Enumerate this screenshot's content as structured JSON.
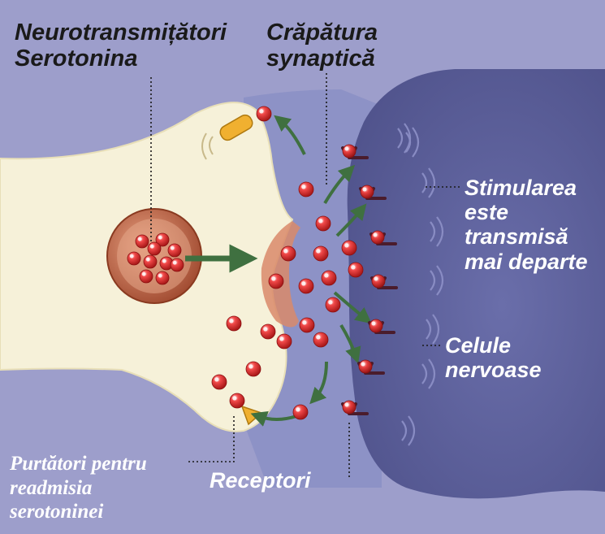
{
  "labels": {
    "neurotransmitters": {
      "line1": "Neurotransmițători",
      "line2": "Serotonina"
    },
    "synaptic_cleft": {
      "line1": "Crăpătura",
      "line2": "synaptică"
    },
    "stimulation": {
      "line1": "Stimularea",
      "line2": "este",
      "line3": "transmisă",
      "line4": "mai departe"
    },
    "nerve_cells": {
      "line1": "Celule",
      "line2": "nervoase"
    },
    "receptors": "Receptori",
    "reuptake_carriers": {
      "line1": "Purtători pentru",
      "line2": "readmisia",
      "line3": "serotoninei"
    }
  },
  "colors": {
    "background": "#9d9ecb",
    "presynaptic": "#f6f1d9",
    "postsynaptic": "#5c5f99",
    "cleft": "#8d92c6",
    "vesicle": "#b55a3f",
    "serotonin": "#e03030",
    "arrow": "#3f7040",
    "carrier": "#f0b030",
    "receptor": "#4a1c2c"
  },
  "icons": [
    "serotonin-molecule-icon",
    "receptor-icon",
    "reuptake-carrier-icon",
    "arrow-icon",
    "signal-wave-icon"
  ]
}
